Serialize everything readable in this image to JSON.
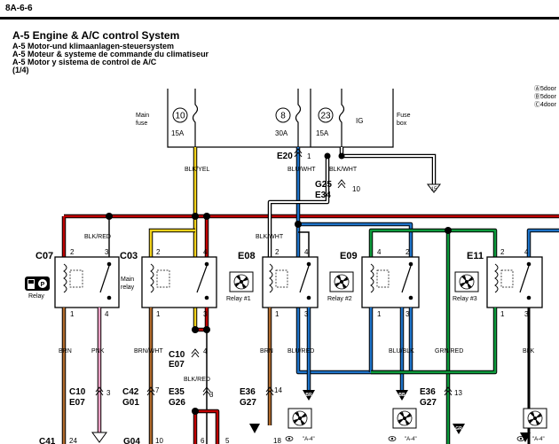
{
  "header": {
    "page_number": "8A-6-6",
    "title": "A-5 Engine & A/C control System",
    "subtitles": [
      "A-5 Motor-und klimaanlagen-steuersystem",
      "A-5 Moteur & systeme de commande du climatiseur",
      "A-5 Motor y sistema de control de A/C"
    ],
    "sheet": "(1/4)",
    "legend": [
      "Ⓐ5door",
      "Ⓑ5door",
      "Ⓒ4door"
    ]
  },
  "fuse_box": {
    "main_fuse_label": "Main fuse",
    "fuse_box_label": "Fuse box",
    "ig_label": "IG",
    "fuses": [
      {
        "number": "10",
        "rating": "15A"
      },
      {
        "number": "8",
        "rating": "30A"
      },
      {
        "number": "23",
        "rating": "15A"
      }
    ]
  },
  "wire_labels": {
    "blk_yel": "BLK/YEL",
    "blu_wht": "BLU/WHT",
    "blk_wht_top": "BLK/WHT",
    "blk_red": "BLK/RED",
    "blk_wht_e08": "BLK/WHT",
    "brn_c07": "BRN",
    "pnk": "PNK",
    "brn_wht": "BRN/WHT",
    "brn_e08": "BRN",
    "blu_red": "BLU/RED",
    "blu_blk": "BLU/BLK",
    "grn_red": "GRN/RED",
    "blk_e11": "BLK",
    "blk_red_low": "BLK/RED"
  },
  "connectors": {
    "e20": "E20",
    "e20_pin": "1",
    "g25": "G25",
    "e34": "E34",
    "g25_pin": "10",
    "c10_mid": "C10",
    "e07_mid": "E07",
    "c10_mid_pin": "4",
    "c10_low": "C10",
    "e07_low": "E07",
    "c10_low_pin": "3",
    "c42": "C42",
    "g01": "G01",
    "c42_pin": "7",
    "e35": "E35",
    "g26": "G26",
    "e35_pin": "3",
    "e36_l": "E36",
    "g27_l": "G27",
    "e36_l_pin": "14",
    "e36_r": "E36",
    "g27_r": "G27",
    "e36_r_pin": "13",
    "c41": "C41",
    "c41_pin": "24",
    "g04": "G04",
    "g04_pin": "10",
    "pin_6": "6",
    "pin_5": "5",
    "pin_18": "18"
  },
  "relays": [
    {
      "connector": "C07",
      "label": "Relay",
      "pins": [
        "2",
        "3",
        "1",
        "4"
      ]
    },
    {
      "connector": "C03",
      "label": "Main relay",
      "pins": [
        "2",
        "4",
        "1",
        "3"
      ]
    },
    {
      "connector": "E08",
      "label": "Relay #1",
      "pins": [
        "2",
        "4",
        "1",
        "3"
      ]
    },
    {
      "connector": "E09",
      "label": "Relay #2",
      "pins": [
        "4",
        "2",
        "1",
        "3"
      ]
    },
    {
      "connector": "E11",
      "label": "Relay #3",
      "pins": [
        "2",
        "4",
        "1",
        "3"
      ]
    }
  ],
  "references": {
    "ref_15": "15",
    "ref_br": "BR",
    "ref_bb": "BB",
    "ref_gr": "GR",
    "ref_a4_1": "\"A-4\"",
    "ref_a4_2": "\"A-4\"",
    "ref_a4_3": "\"A-4\""
  },
  "colors": {
    "red": "#c00000",
    "blue": "#1e73c8",
    "green": "#0d9a3c",
    "yellow": "#f2d21b",
    "brown": "#b06a2c",
    "pink": "#f5a3c7",
    "black": "#000000",
    "gray": "#999999"
  }
}
